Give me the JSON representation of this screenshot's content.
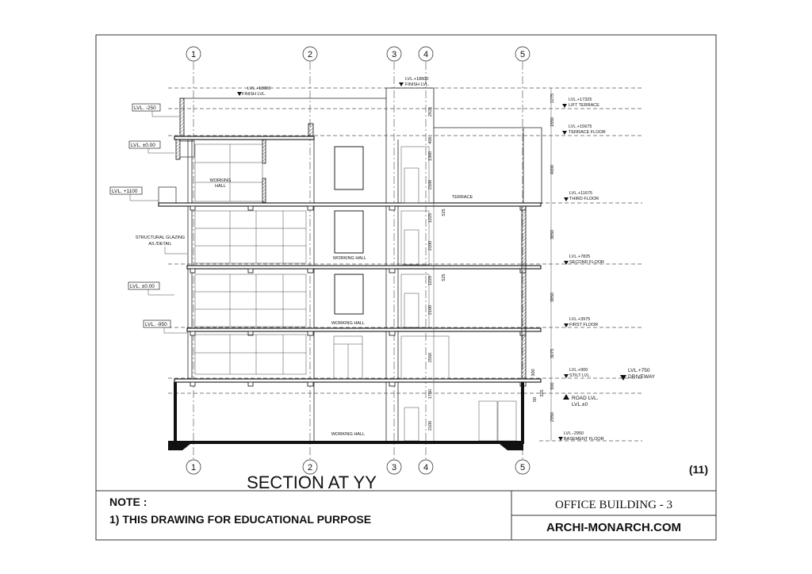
{
  "drawing": {
    "title": "SECTION AT YY",
    "sheet_number": "(11)",
    "grid_labels_top": [
      "1",
      "2",
      "3",
      "4",
      "5"
    ],
    "grid_labels_bottom": [
      "1",
      "2",
      "3",
      "4",
      "5"
    ],
    "level_tags_right": [
      {
        "value": "LVL.+18600",
        "name": "FINISH LVL."
      },
      {
        "value": "LVL.+18000",
        "name": "FINISH LVL."
      },
      {
        "value": "LVL.+17325",
        "name": "LIFT TERRACE"
      },
      {
        "value": "LVL.+15675",
        "name": "TERRACE FLOOR"
      },
      {
        "value": "LVL.+11675",
        "name": "THIRD FLOOR"
      },
      {
        "value": "LVL.+7825",
        "name": "SECOND FLOOR"
      },
      {
        "value": "LVL.+3975",
        "name": "FIRST FLOOR"
      },
      {
        "value": "LVL.+900",
        "name": "STILT LVL."
      },
      {
        "value": "LVL.+750",
        "name": "DRIVEWAY"
      },
      {
        "value": "ROAD LVL.",
        "name": "LVL.±0"
      },
      {
        "value": "LVL.-2950",
        "name": "BASEMENT FLOOR"
      }
    ],
    "level_tags_left": [
      "LVL. -250",
      "LVL. ±0.00",
      "LVL. +1100",
      "LVL. ±0.00",
      "LVL. -950"
    ],
    "glazing_note": [
      "STRUCTURAL GLAZING",
      "AS /DETAIL"
    ],
    "room_labels": [
      "WORKING",
      "HALL",
      "TERRACE",
      "WORKING HALL",
      "WORKING HALL",
      "WORKING HALL"
    ],
    "dimensions_right": [
      "1275",
      "1650",
      "4000",
      "3850",
      "3850",
      "3075",
      "900",
      "2950"
    ],
    "dimensions_inner": [
      "2925",
      "400",
      "1300",
      "2100",
      "1225",
      "525",
      "2100",
      "1225",
      "525",
      "2100",
      "2550",
      "1750",
      "2100",
      "300",
      "325",
      "50"
    ]
  },
  "title_block": {
    "note_heading": "NOTE :",
    "note_line": "1) THIS DRAWING FOR EDUCATIONAL PURPOSE",
    "project": "OFFICE BUILDING - 3",
    "website": "ARCHI-MONARCH.COM"
  }
}
